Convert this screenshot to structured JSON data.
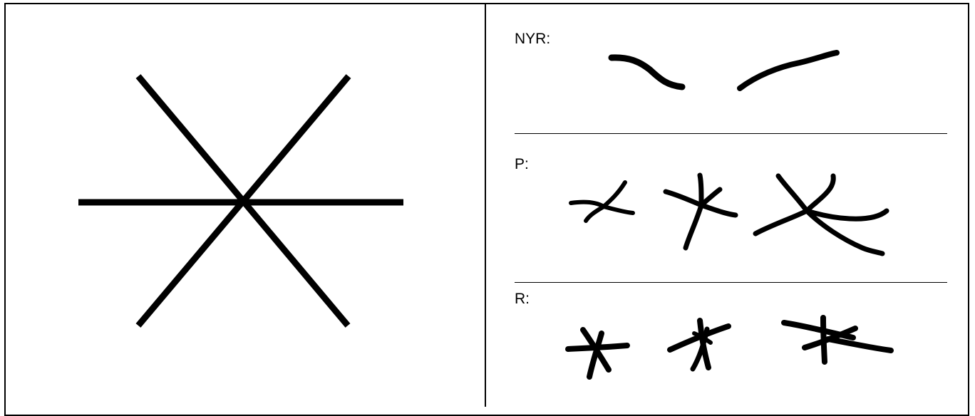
{
  "rows": [
    {
      "label": "NYR:"
    },
    {
      "label": "P:"
    },
    {
      "label": "R:"
    }
  ]
}
